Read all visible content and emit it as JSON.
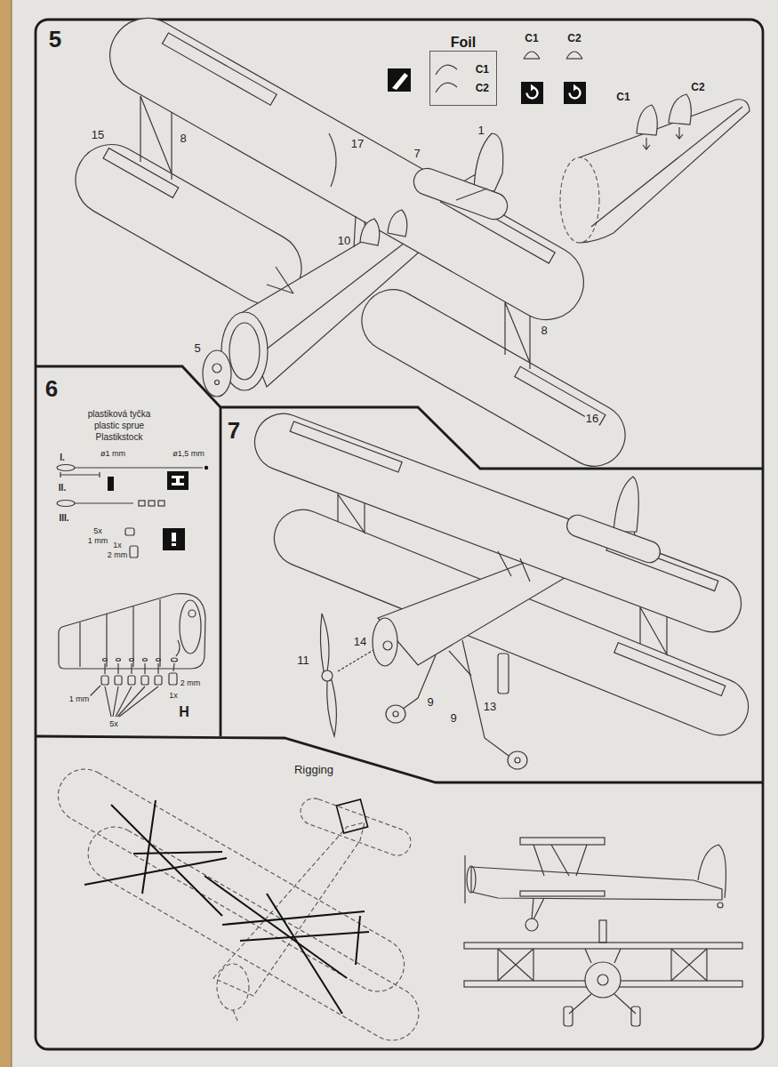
{
  "diagram": {
    "nodes": [
      {
        "text": [
          "Foil",
          "C1",
          "C2"
        ]
      }
    ],
    "labels": [
      "5",
      "C1",
      "C2",
      "C1",
      "C2",
      "15",
      "8",
      "17",
      "7",
      "1",
      "10",
      "5",
      "8",
      "16",
      "6",
      "plastiková tyčka",
      "plastic sprue",
      "Plastikstock",
      "I.",
      "ø1 mm",
      "ø1,5 mm",
      "II.",
      "III.",
      "5x",
      "1 mm",
      "1x",
      "2 mm",
      "1 mm",
      "2 mm",
      "1x",
      "5x",
      "H",
      "7",
      "11",
      "14",
      "9",
      "9",
      "13",
      "Rigging"
    ]
  }
}
